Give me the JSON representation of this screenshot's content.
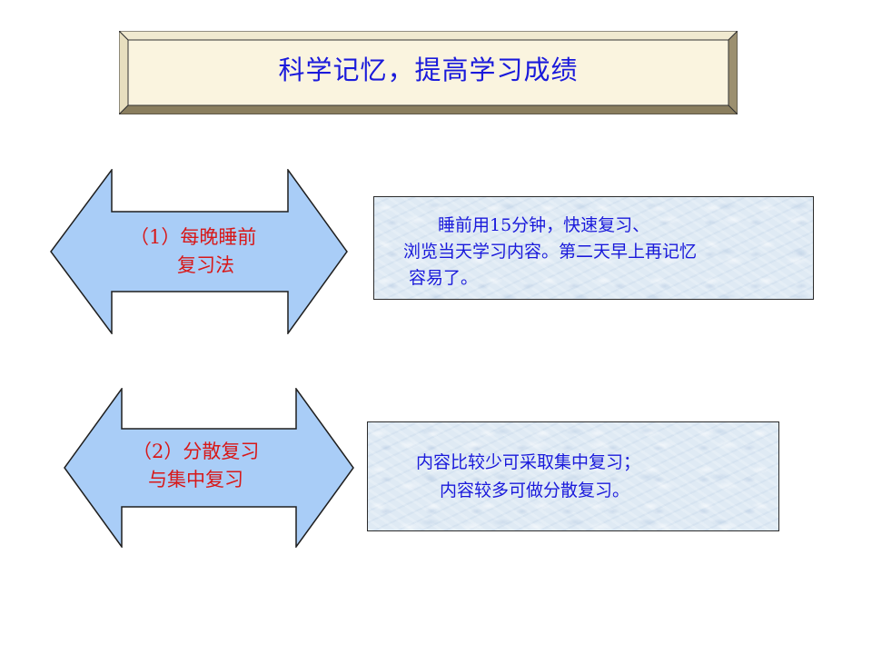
{
  "title": "科学记忆，提高学习成绩",
  "methods": [
    {
      "label_lines": [
        "（1）每晚睡前",
        "复习法"
      ],
      "description_lines": [
        "睡前用15分钟，快速复习、",
        "浏览当天学习内容。第二天早上再记忆",
        "容易了。"
      ]
    },
    {
      "label_lines": [
        "（2）分散复习",
        "与集中复习"
      ],
      "description_lines": [
        "内容比较少可采取集中复习；",
        "内容较多可做分散复习。"
      ]
    }
  ],
  "colors": {
    "title_text": "#1a1adb",
    "label_text": "#d81818",
    "description_text": "#1a1adb",
    "arrow_fill": "#a9cdf7",
    "plaque_fill": "#faf4df"
  }
}
